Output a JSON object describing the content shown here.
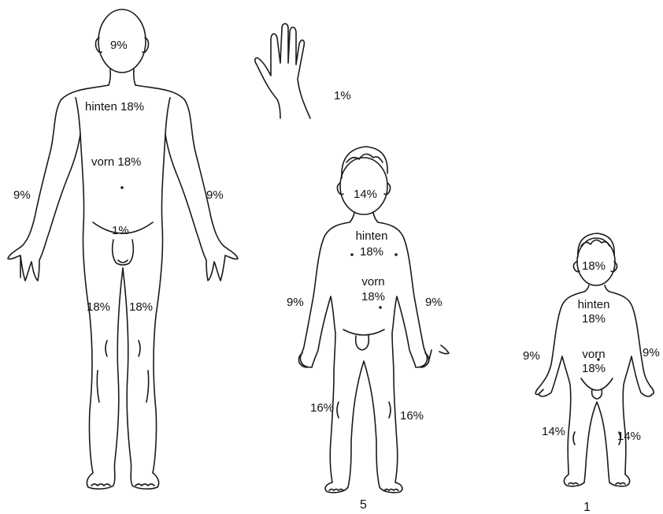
{
  "adult": {
    "head": "9%",
    "back": "hinten 18%",
    "front": "vorn 18%",
    "arm_left": "9%",
    "arm_right": "9%",
    "genital": "1%",
    "leg_left": "18%",
    "leg_right": "18%"
  },
  "palm": {
    "label": "1%"
  },
  "child5": {
    "head": "14%",
    "back_word": "hinten",
    "back_pct": "18%",
    "front_word": "vorn",
    "front_pct": "18%",
    "arm_left": "9%",
    "arm_right": "9%",
    "leg_left": "16%",
    "leg_right": "16%",
    "caption": "5"
  },
  "child1": {
    "head": "18%",
    "back_word": "hinten",
    "back_pct": "18%",
    "front_word": "vorn",
    "front_pct": "18%",
    "arm_left": "9%",
    "arm_right": "9%",
    "leg_left": "14%",
    "leg_right": "14%",
    "caption": "1"
  }
}
